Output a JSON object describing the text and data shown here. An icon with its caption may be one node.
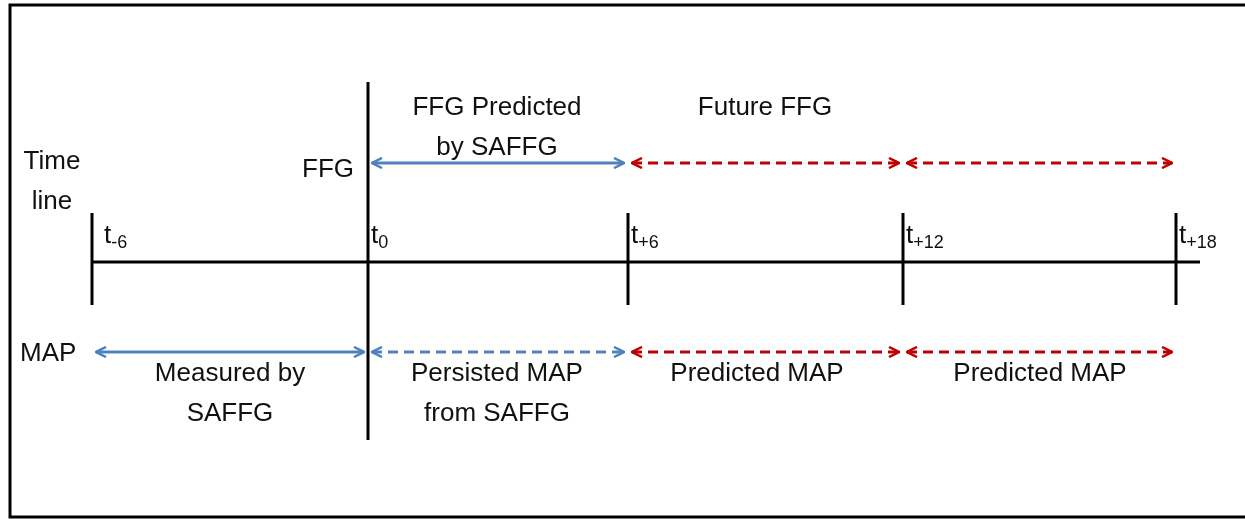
{
  "diagram": {
    "labels": [
      "FFG Predicted by SAFFG",
      "Future FFG",
      "Time line",
      "FFG",
      "t$_{-6}$",
      "t$_{0}$",
      "t$_{+6}$",
      "t$_{+12}$",
      "t$_{+18}$",
      "MAP",
      "Measured by SAFFG",
      "Persisted MAP from SAFFG",
      "Predicted MAP",
      "Predicted MAP"
    ]
  }
}
